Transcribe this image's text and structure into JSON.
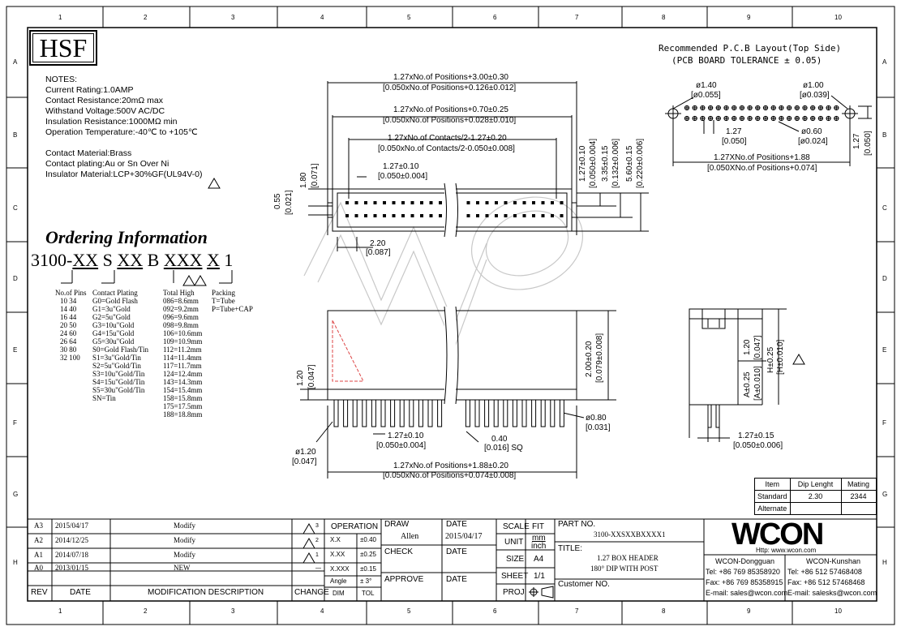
{
  "frame": {
    "cols": [
      "1",
      "2",
      "3",
      "4",
      "5",
      "6",
      "7",
      "8",
      "9",
      "10"
    ],
    "rows": [
      "A",
      "B",
      "C",
      "D",
      "E",
      "F",
      "G",
      "H"
    ]
  },
  "logo": "HSF",
  "notes": {
    "title": "NOTES:",
    "lines": [
      "Current Rating:1.0AMP",
      "Contact Resistance:20mΩ   max",
      "Withstand Voltage:500V AC/DC",
      "Insulation Resistance:1000MΩ min",
      "Operation Temperature:-40℃ to +105℃"
    ],
    "material_lines": [
      "Contact Material:Brass",
      "Contact plating:Au or Sn Over Ni",
      "Insulator Material:LCP+30%GF(UL94V-0)"
    ]
  },
  "ordering": {
    "title": "Ordering Information",
    "code_parts": [
      "3100-",
      "XX",
      " S ",
      "XX",
      " B ",
      "XXX",
      " ",
      "X",
      " 1"
    ],
    "pins_header": "No.of Pins",
    "pins": [
      "10  34",
      "14  40",
      "16  44",
      "20  50",
      "24  60",
      "26  64",
      "30  80",
      "32 100"
    ],
    "plating_header": "Contact Plating",
    "plating": [
      "G0=Gold Flash",
      "G1=3u\"Gold",
      "G2=5u\"Gold",
      "G3=10u\"Gold",
      "G4=15u\"Gold",
      "G5=30u\"Gold",
      "S0=Gold Flash/Tin",
      "S1=3u\"Gold/Tin",
      "S2=5u\"Gold/Tin",
      "S3=10u\"Gold/Tin",
      "S4=15u\"Gold/Tin",
      "S5=30u\"Gold/Tin",
      "SN=Tin"
    ],
    "high_header": "Total High",
    "high": [
      "086=8.6mm",
      "092=9.2mm",
      "096=9.6mm",
      "098=9.8mm",
      "106=10.6mm",
      "109=10.9mm",
      "112=11.2mm",
      "114=11.4mm",
      "117=11.7mm",
      "124=12.4mm",
      "143=14.3mm",
      "154=15.4mm",
      "158=15.8mm",
      "175=17.5mm",
      "188=18.8mm"
    ],
    "packing_header": "Packing",
    "packing": [
      "T=Tube",
      "P=Tube+CAP"
    ]
  },
  "pcb": {
    "title": "Recommended P.C.B Layout(Top Side)",
    "subtitle": "(PCB BOARD TOLERANCE ± 0.05)",
    "d1": "ø1.40",
    "d1b": "[ø0.055]",
    "d2": "ø1.00",
    "d2b": "[ø0.039]",
    "pitch": "1.27",
    "pitchb": "[0.050]",
    "hole": "ø0.60",
    "holeb": "[ø0.024]",
    "row": "1.27",
    "rowb": "[0.050]",
    "len": "1.27XNo.of Positions+1.88",
    "lenb": "[0.050XNo.of Positions+0.074]"
  },
  "top_view": {
    "dim1": "1.27xNo.of Positions+3.00±0.30",
    "dim1b": "[0.050xNo.of  Positions+0.126±0.012]",
    "dim2": "1.27xNo.of  Positions+0.70±0.25",
    "dim2b": "[0.050xNo.of  Positions+0.028±0.010]",
    "dim3": "1.27xNo.of  Contacts/2-1.27±0.20",
    "dim3b": "[0.050xNo.of  Contacts/2-0.050±0.008]",
    "dim4": "1.27±0.10",
    "dim4b": "[0.050±0.004]",
    "dim5": "1.80",
    "dim5b": "[0.071]",
    "dim6": "0.55",
    "dim6b": "[0.021]",
    "dim7": "2.20",
    "dim7b": "[0.087]",
    "v1": "1.27±0.10",
    "v1b": "[0.050±0.004]",
    "v2": "3.35±0.15",
    "v2b": "[0.132±0.006]",
    "v3": "5.60±0.15",
    "v3b": "[0.220±0.006]"
  },
  "front_view": {
    "h1": "1.20",
    "h1b": "[0.047]",
    "h2": "2.00±0.20",
    "h2b": "[0.079±0.008]",
    "p": "1.27±0.10",
    "pb": "[0.050±0.004]",
    "sq": "0.40",
    "sqb": "[0.016]  SQ",
    "pin": "ø0.80",
    "pinb": "[0.031]",
    "d": "ø1.20",
    "db": "[0.047]",
    "len": "1.27xNo.of  Positions+1.88±0.20",
    "lenb": "[0.050xNo.of  Positions+0.074±0.008]"
  },
  "side_view": {
    "a": "A±0.25",
    "ab": "[A±0.010]",
    "b": "1.20",
    "bb": "[0.047]",
    "h": "H±0.25",
    "hb": "[H±0.010]",
    "p": "1.27±0.15",
    "pb": "[0.050±0.006]"
  },
  "mating_table": {
    "headers": [
      "Item",
      "Dip Lenght",
      "Mating"
    ],
    "rows": [
      [
        "Standard",
        "2.30",
        "2344"
      ],
      [
        "Alternate",
        "",
        ""
      ]
    ]
  },
  "revisions": {
    "rows": [
      {
        "rev": "A3",
        "date": "2015/04/17",
        "desc": "Modify",
        "change": "3"
      },
      {
        "rev": "A2",
        "date": "2014/12/25",
        "desc": "Modify",
        "change": "2"
      },
      {
        "rev": "A1",
        "date": "2014/07/18",
        "desc": "Modify",
        "change": "1"
      },
      {
        "rev": "A0",
        "date": "2013/01/15",
        "desc": "NEW",
        "change": "—"
      }
    ],
    "header": {
      "rev": "REV",
      "date": "DATE",
      "desc": "MODIFICATION  DESCRIPTION",
      "change": "CHANGE"
    }
  },
  "tolerance": {
    "title": "OPERATION",
    "rows": [
      [
        "X.X",
        "±0.40"
      ],
      [
        "X.XX",
        "±0.25"
      ],
      [
        "X.XXX",
        "±0.15"
      ],
      [
        "Angle",
        "±  3°"
      ]
    ],
    "footer": [
      "DIM",
      "TOL"
    ]
  },
  "signoff": {
    "draw": "DRAW",
    "draw_name": "Allen",
    "date": "DATE",
    "draw_date": "2015/04/17",
    "check": "CHECK",
    "approve": "APPROVE"
  },
  "scale": {
    "scale": "SCALE",
    "scale_v": "FIT",
    "unit": "UNIT",
    "unit_v1": "mm",
    "unit_v2": "inch",
    "size": "SIZE",
    "size_v": "A4",
    "sheet": "SHEET",
    "sheet_v": "1/1",
    "proj": "PROJ."
  },
  "part": {
    "label": "PART NO.",
    "value": "3100-XXSXXBXXXX1",
    "title_label": "TITLE:",
    "title1": "1.27 BOX HEADER",
    "title2": "180° DIP WITH POST",
    "customer": "Customer NO."
  },
  "company": {
    "brand": "WCON",
    "watermark": "WCON",
    "http": "Http: www.wcon.com",
    "dg": "WCON-Dongguan",
    "ks": "WCON-Kunshan",
    "dg_tel": "Tel: +86 769 85358920",
    "ks_tel": "Tel: +86 512 57468408",
    "dg_fax": "Fax: +86 769 85358915",
    "ks_fax": "Fax: +86 512 57468468",
    "dg_mail": "E-mail: sales@wcon.com",
    "ks_mail": "E-mail: salesks@wcon.com"
  }
}
